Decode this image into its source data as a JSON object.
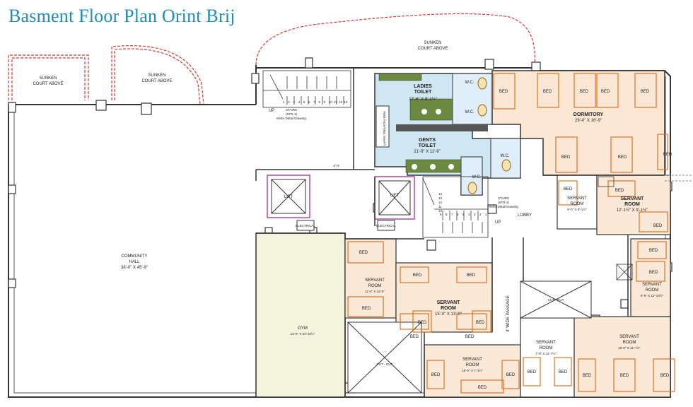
{
  "title": "Basment Floor Plan Orint Brij",
  "labels": {
    "sunken_left": "SUNKEN",
    "sunken_left_b": "COURT ABOVE",
    "sunken_mid": "SUNKEN",
    "sunken_mid_b": "COURT ABOVE",
    "sunken_top": "SUNKEN",
    "sunken_top_b": "COURT ABOVE",
    "stairs1": "STAIRS",
    "stairs1_b": "(STR-1)",
    "stairs1_note": "Refer Detail Drawing",
    "stairs2": "STAIRS",
    "stairs2_b": "(STR-2)",
    "stairs2_note": "Refer Detail Drawing",
    "up1": "UP",
    "up2": "UP",
    "lift1": "LIFT",
    "lift2": "LIFT",
    "electrical1": "ELECTRICAL",
    "electrical2": "ELECTRICAL",
    "ladies_toilet": "LADIES",
    "ladies_toilet_b": "TOILET",
    "ladies_size": "17'-6\" X 8'-1½\"",
    "gents_toilet": "GENTS",
    "gents_toilet_b": "TOILET",
    "gents_size": "21'-9\" X 11'-9\"",
    "wc": "W.C.",
    "fire_fighting": "FIRE FIGHTING SHAFT",
    "dormitory": "DORMITORY",
    "dormitory_size": "29'-0\" X 16'-9\"",
    "community": "COMMUNITY",
    "community_b": "HALL",
    "community_size": "38'-0\" X 45'-9\"",
    "gym": "GYM",
    "gym_size": "13'-6\" X 24'-10½\"",
    "lobby": "LOBBY",
    "passage": "4' WIDE PASSAGE",
    "cutout": "CUT - OUT",
    "servant": "SERVANT",
    "room": "ROOM",
    "sr1_size": "6'-0\" X 9'-1½\"",
    "sr2_size": "12'-1½\" X 9'-1½\"",
    "sr3_size": "6'-9\" X 12'-10½\"",
    "sr4_size": "11'-0\" X 12'-9\"",
    "sr5_size": "15'-0\" X 13'-0\"",
    "sr6_size": "15'-0\" X 7'-1½\"",
    "sr7_size": "7'-9\" X 11'-7½\"",
    "sr8_size": "16'-0\" X 11'-7½\"",
    "bed": "BED",
    "level": "-3'-0\"",
    "str_nums": [
      "1",
      "2",
      "3",
      "4",
      "5",
      "6",
      "7",
      "8",
      "9",
      "10",
      "11",
      "12",
      "13"
    ],
    "str2_nums": [
      "14",
      "13",
      "12",
      "11",
      "10",
      "9",
      "8",
      "7",
      "6",
      "5",
      "4",
      "3",
      "2",
      "1"
    ]
  },
  "colors": {
    "title": "#1f8fb0",
    "toilet": "#cfe6f3",
    "dormitory": "#fbe7d3",
    "servant": "#fbe9d8",
    "gym": "#f4f4dc",
    "bed": "#d8742a",
    "wall": "#333333",
    "sunken": "#d23b3b"
  }
}
